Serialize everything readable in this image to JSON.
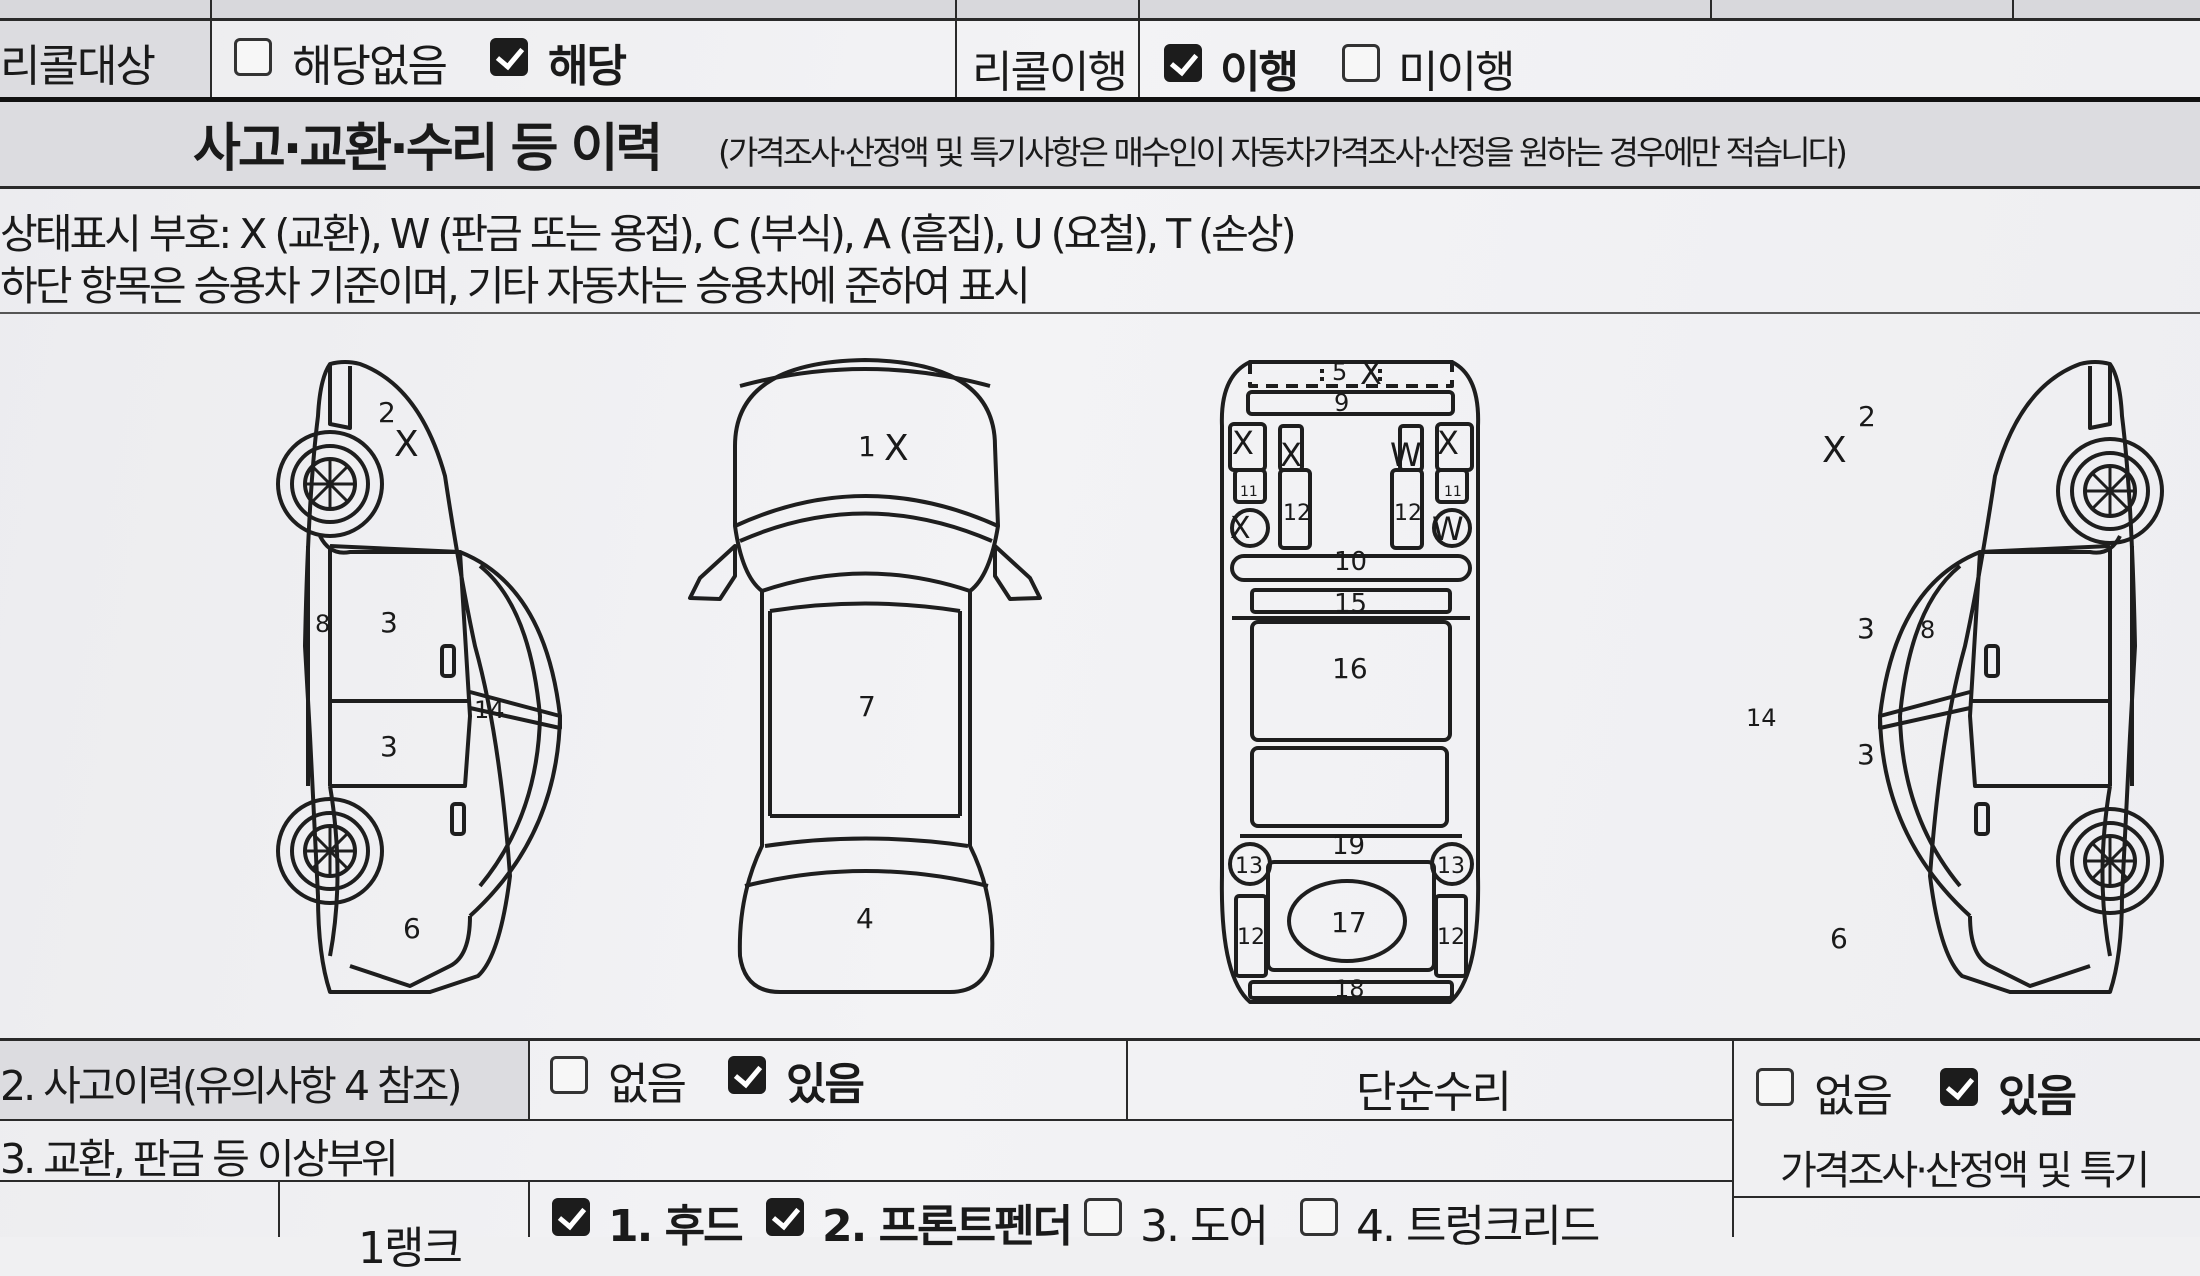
{
  "recall": {
    "label": "리콜대상",
    "not_applicable": "해당없음",
    "applicable": "해당",
    "applicable_checked": true,
    "perform_label": "리콜이행",
    "performed": "이행",
    "performed_checked": true,
    "not_performed": "미이행"
  },
  "section": {
    "title": "사고·교환·수리 등 이력",
    "subtitle": "(가격조사·산정액 및 특기사항은 매수인이 자동차가격조사·산정을 원하는 경우에만 적습니다)"
  },
  "legend": {
    "line1": "상태표시 부호: X (교환), W (판금 또는 용접), C (부식), A (흠집), U (요철), T (손상)",
    "line2": "하단 항목은 승용차 기준이며, 기타 자동차는 승용차에 준하여 표시"
  },
  "diagram": {
    "left_side": {
      "n2": "2",
      "mark2": "X",
      "n8": "8",
      "n3a": "3",
      "n3b": "3",
      "n14": "14",
      "n6": "6"
    },
    "top_view": {
      "n1": "1",
      "mark1": "X",
      "n7": "7",
      "n4": "4"
    },
    "frame": {
      "n5": "5",
      "mark5": "X",
      "n9": "9",
      "markL1": "X",
      "markL2": "X",
      "markL3": "X",
      "n11a": "11",
      "n12a": "12",
      "n12b": "12",
      "n11b": "11",
      "markR1": "W",
      "markR2": "X",
      "markR3": "W",
      "n10": "10",
      "n15": "15",
      "n16": "16",
      "n19": "19",
      "n13a": "13",
      "n13b": "13",
      "n17": "17",
      "n12c": "12",
      "n12d": "12",
      "n18": "18"
    },
    "right_side": {
      "n2": "2",
      "mark2": "X",
      "n8": "8",
      "n3a": "3",
      "n3b": "3",
      "n14": "14",
      "n6": "6"
    }
  },
  "accident": {
    "label": "2. 사고이력(유의사항 4 참조)",
    "none": "없음",
    "yes": "있음",
    "yes_checked": true,
    "simple_repair": "단순수리",
    "sr_none": "없음",
    "sr_yes": "있음",
    "sr_yes_checked": true
  },
  "exchange": {
    "label": "3. 교환, 판금 등 이상부위",
    "price_label": "가격조사·산정액 및 특기",
    "rank_label": "1랭크",
    "items": [
      {
        "label": "1. 후드",
        "checked": true
      },
      {
        "label": "2. 프론트펜더",
        "checked": true
      },
      {
        "label": "3. 도어",
        "checked": false
      },
      {
        "label": "4. 트렁크리드",
        "checked": false
      }
    ]
  }
}
